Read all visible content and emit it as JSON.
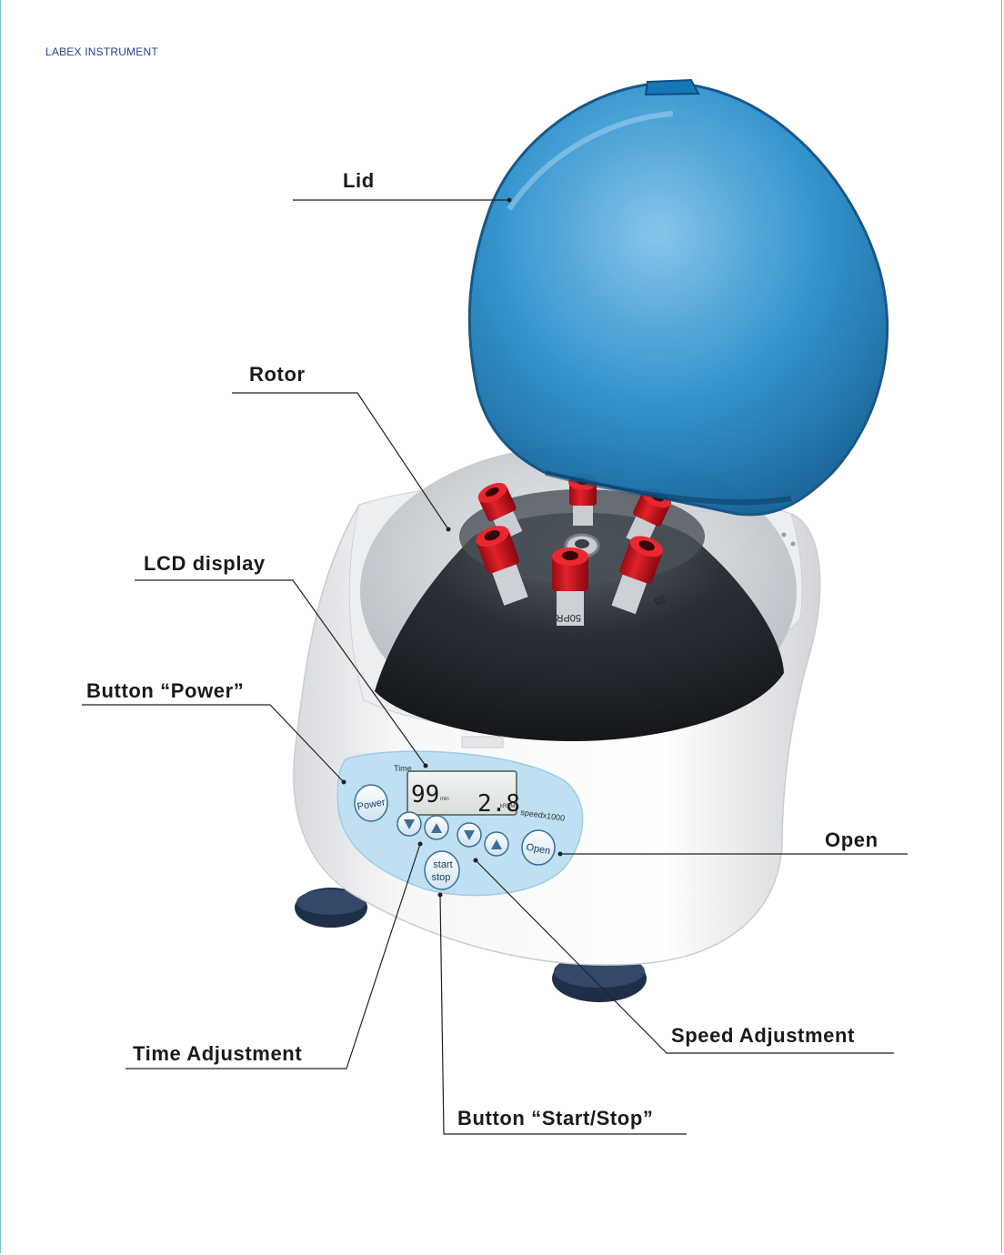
{
  "brand": "LABEX INSTRUMENT",
  "callouts": {
    "lid": "Lid",
    "rotor": "Rotor",
    "lcd": "LCD display",
    "power": "Button “Power”",
    "open": "Open",
    "speed": "Speed  Adjustment",
    "time": "Time  Adjustment",
    "startstop": "Button “Start/Stop”"
  },
  "panel": {
    "power_label": "Power",
    "open_label": "Open",
    "start_label": "start",
    "stop_label": "stop",
    "time_caption": "Time",
    "model": "speedx1000",
    "time_value": "99",
    "speed_value": "2.8",
    "time_unit": "min",
    "speed_unit": "kRPM"
  },
  "tube_labels": [
    "50PR",
    "35"
  ],
  "colors": {
    "lid_blue": "#1f87c4",
    "panel_blue": "#bfe0f2",
    "rotor_dark": "#2a2e36",
    "tube_red": "#d81620",
    "body_white": "#f4f5f6"
  }
}
